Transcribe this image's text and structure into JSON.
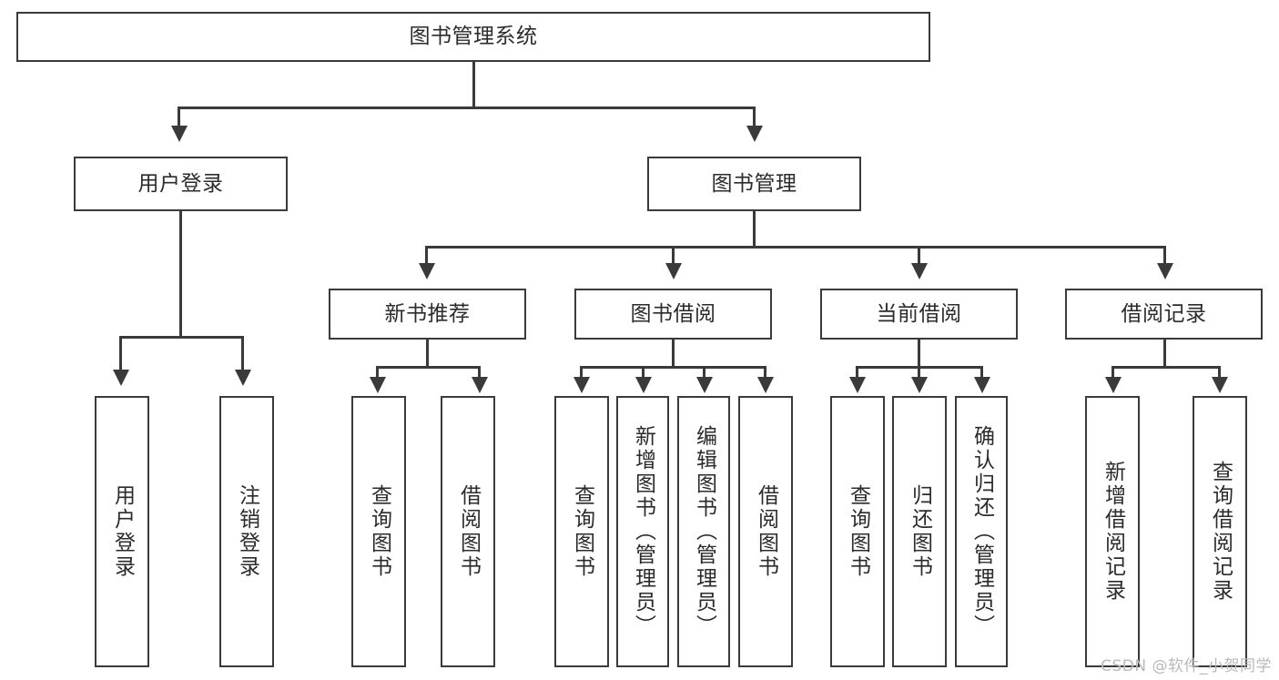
{
  "diagram": {
    "title": "图书管理系统",
    "type": "tree-hierarchy-diagram",
    "colors": {
      "stroke": "#3a3a3a",
      "fill": "#ffffff",
      "text": "#2b2b2b",
      "watermark": "#b9b9b9"
    },
    "root": {
      "label": "图书管理系统"
    },
    "level2": [
      {
        "label": "用户登录"
      },
      {
        "label": "图书管理"
      }
    ],
    "level3": [
      {
        "label": "新书推荐"
      },
      {
        "label": "图书借阅"
      },
      {
        "label": "当前借阅"
      },
      {
        "label": "借阅记录"
      }
    ],
    "leaves": {
      "user_login": [
        {
          "label": "用户登录"
        },
        {
          "label": "注销登录"
        }
      ],
      "new_book_recommend": [
        {
          "label": "查询图书"
        },
        {
          "label": "借阅图书"
        }
      ],
      "book_borrow": [
        {
          "label": "查询图书"
        },
        {
          "label": "新增图书（管理员）"
        },
        {
          "label": "编辑图书（管理员）"
        },
        {
          "label": "借阅图书"
        }
      ],
      "current_borrow": [
        {
          "label": "查询图书"
        },
        {
          "label": "归还图书"
        },
        {
          "label": "确认归还（管理员）"
        }
      ],
      "borrow_record": [
        {
          "label": "新增借阅记录"
        },
        {
          "label": "查询借阅记录"
        }
      ]
    }
  },
  "watermark": {
    "text": "CSDN @软件_小贺同学"
  }
}
